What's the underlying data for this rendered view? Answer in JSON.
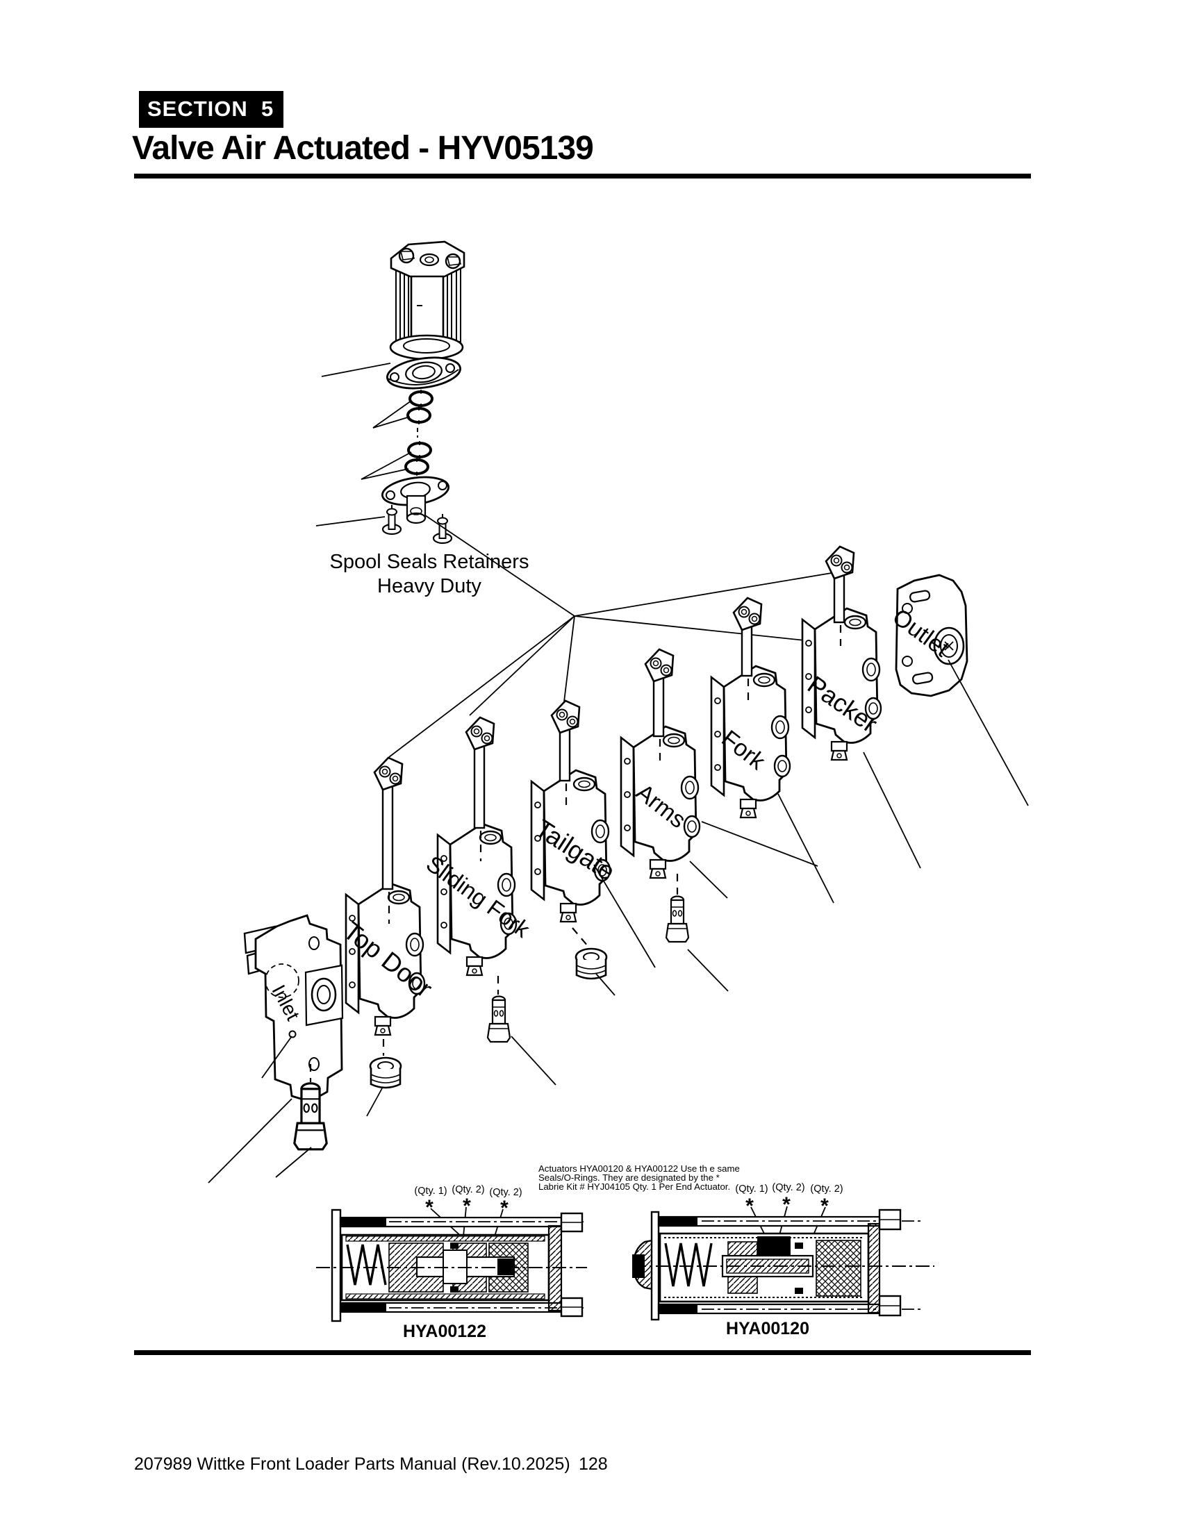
{
  "header": {
    "section_tag": "SECTION  5",
    "title": "Valve Air Actuated - HYV05139"
  },
  "top_assembly": {
    "caption_line1": "Spool Seals Retainers",
    "caption_line2": "Heavy Duty"
  },
  "valve_bank": {
    "labels": {
      "inlet": "Inlet",
      "top_door": "Top Door",
      "sliding_fork": "Sliding Fork",
      "tailgate": "Tailgate",
      "arms": "Arms",
      "fork": "Fork",
      "packer": "Packer",
      "outlet": "Outlet"
    }
  },
  "note": {
    "line1": "Actuators HYA00120 & HYA00122 Use th e same",
    "line2": "Seals/O-Rings. They are designated by the *",
    "line3": "Labrie Kit #  HYJ04105 Qty. 1 Per End Actuator."
  },
  "actuators": {
    "left": {
      "id": "HYA00122",
      "star": "*",
      "callouts": {
        "c1": "(Qty. 1)",
        "c2": "(Qty. 2)",
        "c3": "(Qty. 2)"
      }
    },
    "right": {
      "id": "HYA00120",
      "star": "*",
      "callouts": {
        "c1": "(Qty. 1)",
        "c2": "(Qty. 2)",
        "c3": "(Qty. 2)"
      }
    }
  },
  "footer": {
    "manual_title": "207989 Wittke Front Loader Parts Manual (Rev.10.2025)",
    "page_number": "128"
  }
}
